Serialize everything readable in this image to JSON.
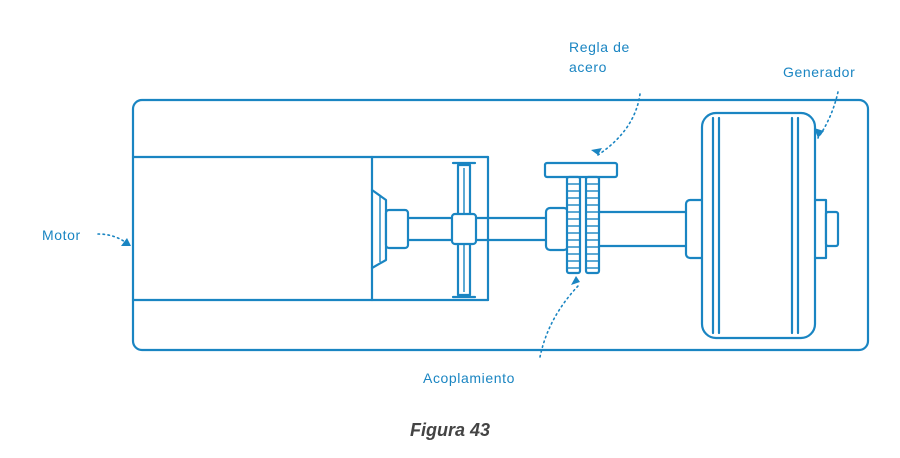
{
  "labels": {
    "regla_line1": "Regla de",
    "regla_line2": "acero",
    "generador": "Generador",
    "motor": "Motor",
    "acoplamiento": "Acoplamiento"
  },
  "caption": "Figura 43",
  "colors": {
    "ink": "#1a85c2",
    "caption": "#444444"
  }
}
